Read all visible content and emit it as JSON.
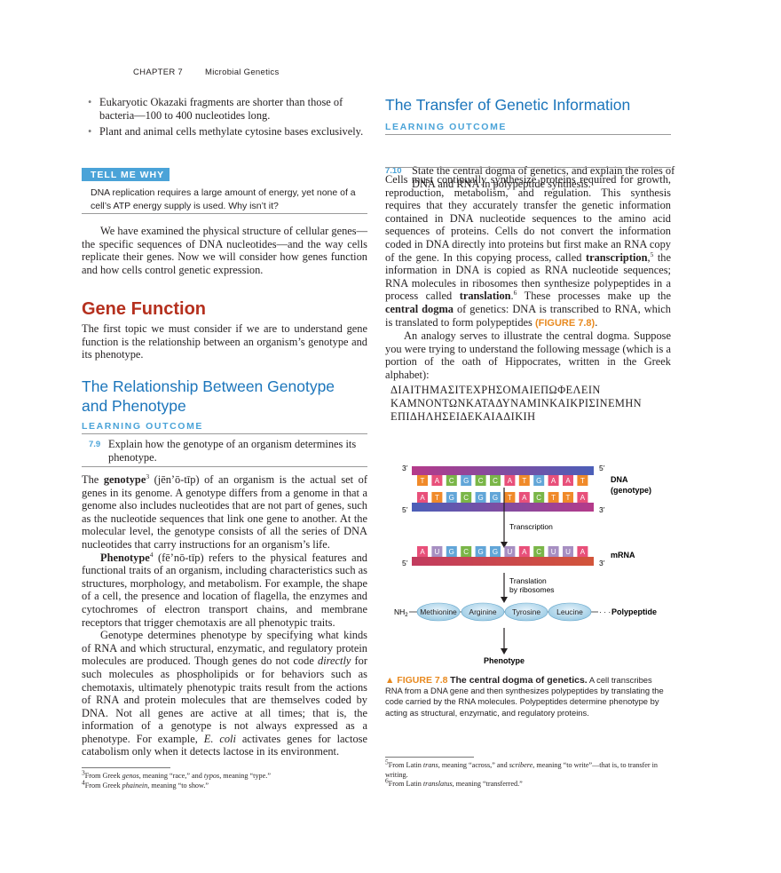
{
  "header": {
    "chapter": "CHAPTER 7",
    "title": "Microbial Genetics"
  },
  "bullets": [
    "Eukaryotic Okazaki fragments are shorter than those of bacteria—100 to 400 nucleotides long.",
    "Plant and animal cells methylate cytosine bases exclusively."
  ],
  "tell_me_why": {
    "label": "TELL ME WHY",
    "text": "DNA replication requires a large amount of energy, yet none of a cell’s ATP energy supply is used. Why isn’t it?"
  },
  "intro_para": "We have examined the physical structure of cellular genes—the specific sequences of DNA nucleotides—and the way cells replicate their genes. Now we will consider how genes function and how cells control genetic expression.",
  "gene_function": {
    "heading": "Gene Function",
    "para": "The first topic we must consider if we are to understand gene function is the relationship between an organism’s genotype and its phenotype."
  },
  "genotype_section": {
    "heading": "The Relationship Between Genotype and Phenotype",
    "lo_label": "LEARNING OUTCOME",
    "lo_num": "7.9",
    "lo_text": "Explain how the genotype of an organism determines its phenotype.",
    "p1_term": "genotype",
    "p1_sup": "3",
    "p1_pre": "The ",
    "p1_rest": " (jēn’ō-tīp) of an organism is the actual set of genes in its genome. A genotype differs from a genome in that a genome also includes nucleotides that are not part of genes, such as the nucleotide sequences that link one gene to another. At the molecular level, the genotype consists of all the series of DNA nucleotides that carry instructions for an organism’s life.",
    "p2_term": "Phenotype",
    "p2_sup": "4",
    "p2_rest": " (fē’nō-tīp) refers to the physical features and functional traits of an organism, including characteristics such as structures, morphology, and metabolism. For example, the shape of a cell, the presence and location of flagella, the enzymes and cytochromes of electron transport chains, and membrane receptors that trigger chemotaxis are all phenotypic traits.",
    "p3_a": "Genotype determines phenotype by specifying what kinds of RNA and which structural, enzymatic, and regulatory protein molecules are produced. Though genes do not code ",
    "p3_em": "directly",
    "p3_b": " for such molecules as phospholipids or for behaviors such as chemotaxis, ultimately phenotypic traits result from the actions of RNA and protein molecules that are themselves coded by DNA. Not all genes are active at all times; that is, the information of a genotype is not always expressed as a phenotype. For example, ",
    "p3_em2": "E. coli",
    "p3_c": " activates genes for lactose catabolism only when it detects lactose in its environment."
  },
  "footnotes_left": [
    {
      "num": "3",
      "pre": "From Greek ",
      "em1": "genos",
      "mid": ", meaning “race,” and ",
      "em2": "typos",
      "post": ", meaning “type.”"
    },
    {
      "num": "4",
      "pre": "From Greek ",
      "em1": "phainein",
      "mid": ", meaning “to show.”",
      "em2": "",
      "post": ""
    }
  ],
  "transfer_section": {
    "heading": "The Transfer of Genetic Information",
    "lo_label": "LEARNING OUTCOME",
    "lo_num": "7.10",
    "lo_text": "State the central dogma of genetics, and explain the roles of DNA and RNA in polypeptide synthesis.",
    "p1_a": "Cells must continually synthesize proteins required for growth, reproduction, metabolism, and regulation. This synthesis requires that they accurately transfer the genetic information contained in DNA nucleotide sequences to the amino acid sequences of proteins. Cells do not convert the information coded in DNA directly into proteins but first make an RNA copy of the gene. In this copying process, called ",
    "p1_t1": "transcription",
    "p1_s1": "5",
    "p1_b": " the information in DNA is copied as RNA nucleotide sequences; RNA molecules in ribosomes then synthesize polypeptides in a process called ",
    "p1_t2": "translation",
    "p1_s2": "6",
    "p1_c": " These processes make up the ",
    "p1_t3": "central dogma",
    "p1_d": " of genetics: DNA is transcribed to RNA, which is translated to form polypeptides ",
    "p1_ref": "(FIGURE 7.8)",
    "p1_e": ".",
    "p2": "An analogy serves to illustrate the central dogma. Suppose you were trying to understand the following message (which is a portion of the oath of Hippocrates, written in the Greek alphabet):",
    "greek": [
      "ΔΙΑΙΤΗΜΑΣΙΤΕΧΡΗΣΟΜΑΙΕΠΩΦΕΛΕΙΝ",
      "ΚΑΜΝΟΝΤΩΝΚΑΤΑΔΥΝΑΜΙΝΚΑΙΚΡΙΣΙΝΕΜΗΝ",
      "ΕΠΙΔΗΛΗΣΕΙΔΕΚΑΙΑΔΙΚΙΗ"
    ]
  },
  "figure": {
    "top_strand": [
      "T",
      "A",
      "C",
      "G",
      "C",
      "C",
      "A",
      "T",
      "G",
      "A",
      "A",
      "T"
    ],
    "bottom_strand": [
      "A",
      "T",
      "G",
      "C",
      "G",
      "G",
      "T",
      "A",
      "C",
      "T",
      "T",
      "A"
    ],
    "mrna": [
      "A",
      "U",
      "G",
      "C",
      "G",
      "G",
      "U",
      "A",
      "C",
      "U",
      "U",
      "A"
    ],
    "base_colors": {
      "A": "#e8507a",
      "T": "#f08a2a",
      "C": "#7ab648",
      "G": "#62a6d8",
      "U": "#a78fc2"
    },
    "end_3": "3’",
    "end_5": "5’",
    "dna_label_1": "DNA",
    "dna_label_2": "(genotype)",
    "transcription": "Transcription",
    "mrna_label": "mRNA",
    "translation_1": "Translation",
    "translation_2": "by ribosomes",
    "nh2": "NH",
    "nh2_sub": "2",
    "amino_acids": [
      "Methionine",
      "Arginine",
      "Tyrosine",
      "Leucine"
    ],
    "dots": "· · ·",
    "polypeptide": "Polypeptide",
    "phenotype": "Phenotype",
    "caption_label": "▲ FIGURE 7.8",
    "caption_title": "The central dogma of genetics.",
    "caption_text": " A cell transcribes RNA from a DNA gene and then synthesizes polypeptides by translating the code carried by the RNA molecules. Polypeptides determine phenotype by acting as structural, enzymatic, and regulatory proteins."
  },
  "footnotes_right": [
    {
      "num": "5",
      "pre": "From Latin ",
      "em1": "trans",
      "mid": ", meaning “across,” and ",
      "em2": "scribere",
      "post": ", meaning “to write”—that is, to transfer in writing."
    },
    {
      "num": "6",
      "pre": "From Latin ",
      "em1": "translatus",
      "mid": ", meaning “transferred.”",
      "em2": "",
      "post": ""
    }
  ]
}
